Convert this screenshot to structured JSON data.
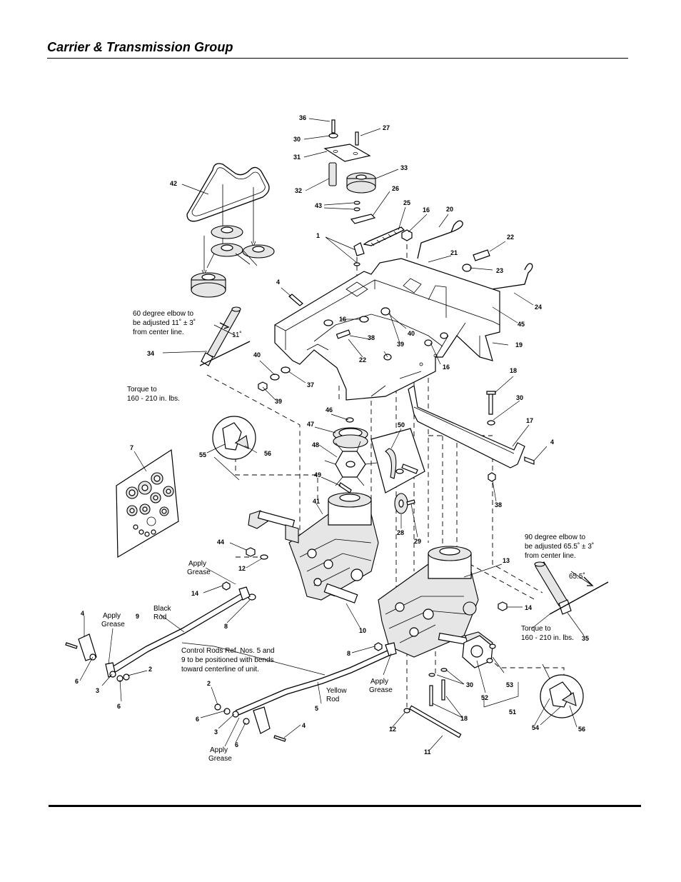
{
  "header": {
    "title": "Carrier & Transmission Group"
  },
  "callouts": {
    "c1": "1",
    "c2a": "2",
    "c2b": "2",
    "c3a": "3",
    "c3b": "3",
    "c4a": "4",
    "c4b": "4",
    "c4c": "4",
    "c4d": "4",
    "c5": "5",
    "c6a": "6",
    "c6b": "6",
    "c6c": "6",
    "c6d": "6",
    "c7": "7",
    "c8a": "8",
    "c8b": "8",
    "c9": "9",
    "c10": "10",
    "c11": "11",
    "c12a": "12",
    "c12b": "12",
    "c13": "13",
    "c14a": "14",
    "c14b": "14",
    "c16a": "16",
    "c16b": "16",
    "c16c": "16",
    "c17": "17",
    "c18a": "18",
    "c18b": "18",
    "c19": "19",
    "c20": "20",
    "c21": "21",
    "c22a": "22",
    "c22b": "22",
    "c23": "23",
    "c24": "24",
    "c25": "25",
    "c26": "26",
    "c27": "27",
    "c28": "28",
    "c29": "29",
    "c30a": "30",
    "c30b": "30",
    "c30c": "30",
    "c31": "31",
    "c32": "32",
    "c33": "33",
    "c34": "34",
    "c35": "35",
    "c36": "36",
    "c37": "37",
    "c38a": "38",
    "c38b": "38",
    "c39a": "39",
    "c39b": "39",
    "c40a": "40",
    "c40b": "40",
    "c41": "41",
    "c42": "42",
    "c43": "43",
    "c44": "44",
    "c45": "45",
    "c46": "46",
    "c47": "47",
    "c48": "48",
    "c49": "49",
    "c50": "50",
    "c51": "51",
    "c52": "52",
    "c53": "53",
    "c54": "54",
    "c55": "55",
    "c56a": "56",
    "c56b": "56"
  },
  "notes": {
    "elbow60": {
      "l1": "60 degree elbow to",
      "l2": "be adjusted 11˚ ± 3˚",
      "l3": "from center line."
    },
    "angle11": "11˚",
    "torqueLeft": {
      "l1": "Torque to",
      "l2": "160 - 210 in. lbs."
    },
    "elbow90": {
      "l1": "90 degree elbow to",
      "l2": "be adjusted 65.5˚ ± 3˚",
      "l3": "from center line."
    },
    "angle655": "65.5˚",
    "torqueRight": {
      "l1": "Torque to",
      "l2": "160 - 210 in. lbs."
    },
    "applyGreaseTop": {
      "l1": "Apply",
      "l2": "Grease"
    },
    "applyGreaseLeft": {
      "l1": "Apply",
      "l2": "Grease"
    },
    "applyGreaseMid": {
      "l1": "Apply",
      "l2": "Grease"
    },
    "applyGreaseBottom": {
      "l1": "Apply",
      "l2": "Grease"
    },
    "blackRod": {
      "l1": "Black",
      "l2": "Rod"
    },
    "yellowRod": {
      "l1": "Yellow",
      "l2": "Rod"
    },
    "controlRods": {
      "l1": "Control Rods Ref. Nos. 5 and",
      "l2": "9 to be positioned with bends",
      "l3": "toward centerline of unit."
    }
  }
}
